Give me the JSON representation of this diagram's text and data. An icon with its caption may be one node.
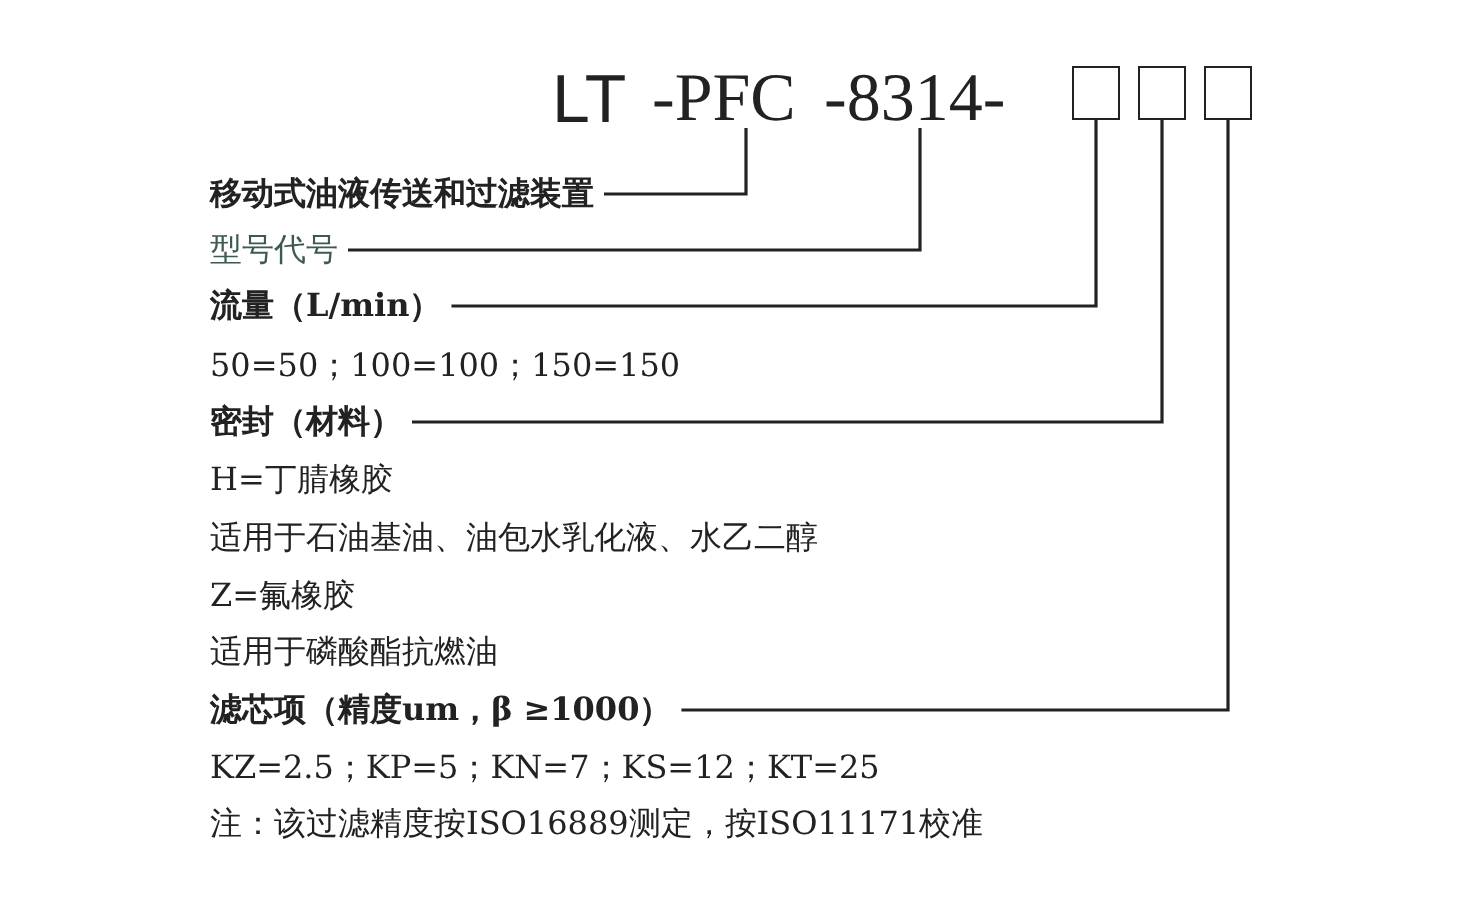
{
  "diagram": {
    "nodes": [
      {
        "text": [
          "LT"
        ]
      },
      {
        "text": [
          "-PFC"
        ]
      },
      {
        "text": [
          "-8314-"
        ]
      },
      {
        "text": [],
        "shape": "box"
      },
      {
        "text": [],
        "shape": "box"
      },
      {
        "text": [],
        "shape": "box"
      },
      {
        "text": [
          "移动式油液传送和过滤装置"
        ]
      },
      {
        "text": [
          "型号代号"
        ]
      },
      {
        "text": [
          "流量（L/min）"
        ]
      },
      {
        "text": [
          "密封（材料）"
        ]
      },
      {
        "text": [
          "滤芯项（精度um，β ≥1000）"
        ]
      }
    ],
    "edges": [
      {
        "from": 6,
        "to": 1,
        "arrow": "none"
      },
      {
        "from": 7,
        "to": 2,
        "arrow": "none"
      },
      {
        "from": 8,
        "to": 3,
        "arrow": "none"
      },
      {
        "from": 9,
        "to": 4,
        "arrow": "none"
      },
      {
        "from": 10,
        "to": 5,
        "arrow": "none"
      }
    ],
    "labels": [
      "50=50；100=100；150=150",
      "H=丁腈橡胶",
      "适用于石油基油、油包水乳化液、水乙二醇",
      "Z=氟橡胶",
      "适用于磷酸酯抗燃油",
      "KZ=2.5；KP=5；KN=7；KS=12；KT=25",
      "注：该过滤精度按ISO16889测定，按ISO11171校准"
    ]
  }
}
